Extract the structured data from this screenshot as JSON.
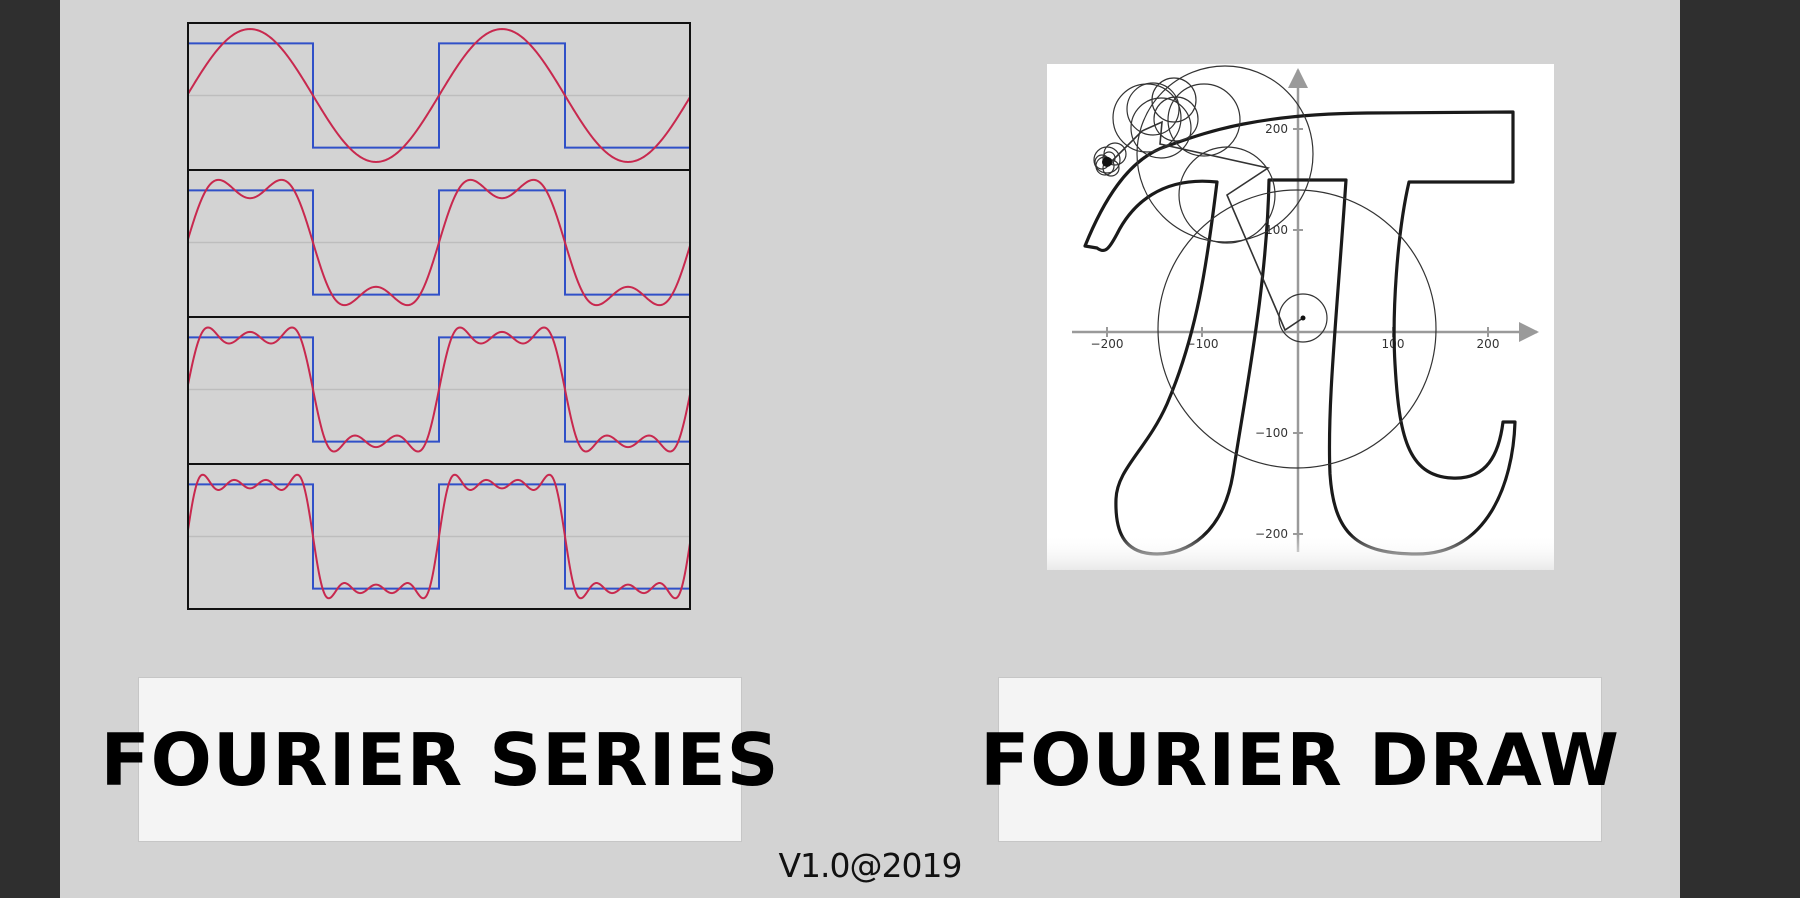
{
  "menu": {
    "series_label": "FOURIER SERIES",
    "draw_label": "FOURIER DRAW"
  },
  "version_text": "V1.0@2019",
  "series_preview": {
    "panels": 4,
    "harmonic_counts": [
      1,
      2,
      3,
      4
    ],
    "square_color": "#3050c8",
    "approx_color": "#c8284e"
  },
  "draw_preview": {
    "x_ticks": [
      "−200",
      "−100",
      "100",
      "200"
    ],
    "y_ticks": [
      "200",
      "100",
      "−100",
      "−200"
    ],
    "axis_color": "#9a9a9a",
    "figure": "pi-symbol"
  },
  "colors": {
    "background": "#d3d3d3",
    "side_bars": "#2f2f2f",
    "button_bg": "#f4f4f4"
  }
}
